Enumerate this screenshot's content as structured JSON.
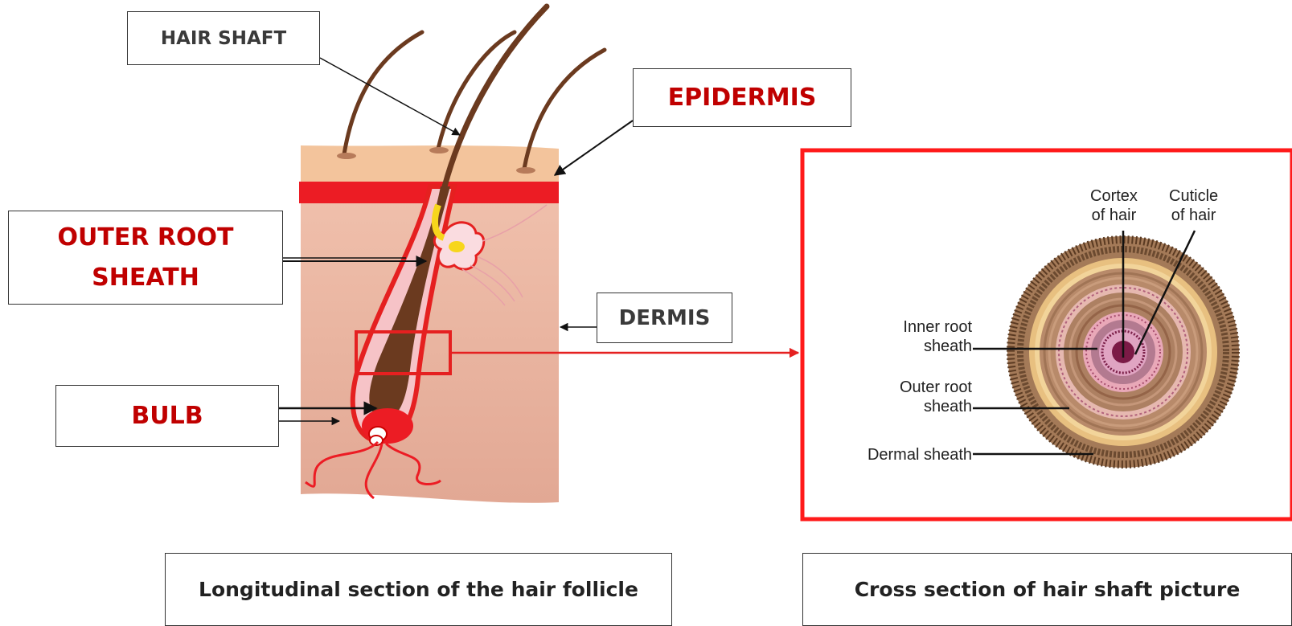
{
  "labels": {
    "hair_shaft": "HAIR SHAFT",
    "epidermis": "EPIDERMIS",
    "outer_root_sheath": "OUTER ROOT SHEATH",
    "dermis": "DERMIS",
    "bulb": "BULB"
  },
  "cross_section": {
    "cortex_line1": "Cortex",
    "cortex_line2": "of hair",
    "cuticle_line1": "Cuticle",
    "cuticle_line2": "of hair",
    "inner_root_line1": "Inner root",
    "inner_root_line2": "sheath",
    "outer_root_line1": "Outer root",
    "outer_root_line2": "sheath",
    "dermal_sheath": "Dermal sheath"
  },
  "captions": {
    "left": "Longitudinal section of the hair follicle",
    "right": "Cross section of hair shaft picture"
  },
  "colors": {
    "highlight_red": "#e52020",
    "label_red": "#c00000",
    "skin_top": "#f2c29a",
    "dermis": "#e9b4a2",
    "hair": "#6b3a1f"
  }
}
